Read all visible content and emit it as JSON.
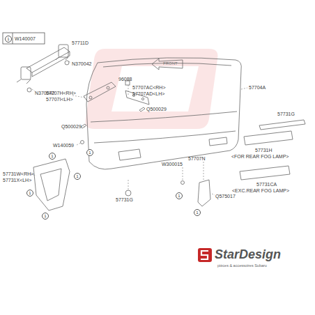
{
  "diagram": {
    "labels": [
      "1",
      "W140007",
      "57711D",
      "N370042",
      "N370042",
      "96088",
      "57707AC<RH>",
      "57707AD<LH>",
      "57707H<RH>",
      "57707I<LH>",
      "Q500029",
      "Q500029",
      "FRONT",
      "57704A",
      "57731G",
      "57731H",
      "<FOR REAR FOG LAMP>",
      "57731CA",
      "<EXC.REAR FOG LAMP>",
      "W140059",
      "57731W<RH>",
      "57731X<LH>",
      "W300015",
      "57707N",
      "Q575017",
      "57731G",
      "1",
      "1",
      "1",
      "1",
      "1",
      "1",
      "1",
      "StarDesign",
      "pièces & accessoires Subaru"
    ]
  }
}
